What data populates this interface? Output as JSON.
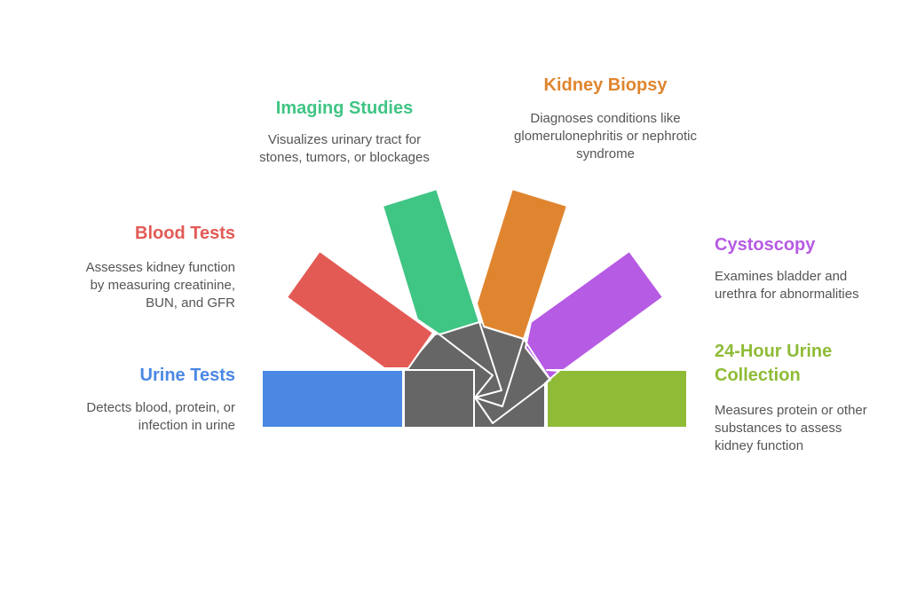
{
  "title": "Kidney Diagnostic Tests",
  "items": [
    {
      "title": "Urine Tests",
      "desc": [
        "Detects blood, protein, or",
        "infection in urine"
      ],
      "color": "#4a88e4"
    },
    {
      "title": "Blood Tests",
      "desc": [
        "Assesses kidney function",
        "by measuring creatinine,",
        "BUN, and GFR"
      ],
      "color": "#e35a55"
    },
    {
      "title": "Imaging Studies",
      "desc": [
        "Visualizes urinary tract for",
        "stones, tumors, or blockages"
      ],
      "color": "#3fc584"
    },
    {
      "title": "Kidney Biopsy",
      "desc": [
        "Diagnoses conditions like",
        "glomerulonephritis or nephrotic",
        "syndrome"
      ],
      "color": "#e0852f"
    },
    {
      "title": "Cystoscopy",
      "desc": [
        "Examines bladder and",
        "urethra for abnormalities"
      ],
      "color": "#b65be4"
    },
    {
      "title": [
        "24-Hour Urine",
        "Collection"
      ],
      "desc": [
        "Measures protein or other",
        "substances to assess",
        "kidney function"
      ],
      "color": "#8fbb37"
    }
  ]
}
